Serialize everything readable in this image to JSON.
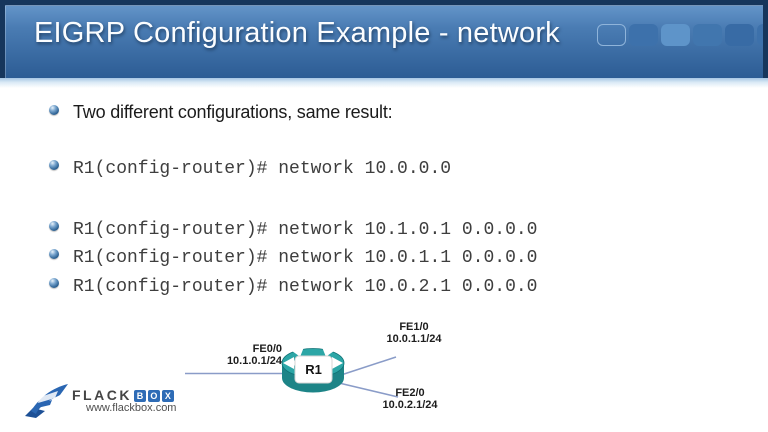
{
  "header": {
    "title": "EIGRP Configuration Example - network",
    "squares": [
      {
        "type": "outline",
        "border": "#8fb4da",
        "fill": ""
      },
      {
        "type": "fill",
        "fill": "#3d71ab"
      },
      {
        "type": "fill",
        "fill": "#5e94c9"
      },
      {
        "type": "fill",
        "fill": "#4176ae"
      },
      {
        "type": "fill",
        "fill": "#386ba5"
      },
      {
        "type": "fill",
        "fill": "#3d71ab"
      }
    ]
  },
  "content": {
    "rows": [
      {
        "text": "Two different configurations, same result:",
        "kind": "sans"
      },
      {
        "text": "R1(config-router)# network 10.0.0.0",
        "kind": "mono"
      },
      {
        "text": "R1(config-router)# network 10.1.0.1 0.0.0.0",
        "kind": "mono"
      },
      {
        "text": "R1(config-router)# network 10.0.1.1 0.0.0.0",
        "kind": "mono"
      },
      {
        "text": "R1(config-router)# network 10.0.2.1 0.0.0.0",
        "kind": "mono"
      }
    ]
  },
  "diagram": {
    "router_label": "R1",
    "interfaces": [
      {
        "name": "FE0/0",
        "ip": "10.1.0.1/24",
        "position": "left"
      },
      {
        "name": "FE1/0",
        "ip": "10.0.1.1/24",
        "position": "top-right"
      },
      {
        "name": "FE2/0",
        "ip": "10.0.2.1/24",
        "position": "bottom-right"
      }
    ]
  },
  "footer": {
    "brand_primary": "FLACK",
    "brand_box_letters": [
      "B",
      "O",
      "X"
    ],
    "website": "www.flackbox.com"
  },
  "colors": {
    "header_navy": "#16365c",
    "header_blue": "#3a6da8",
    "router_teal": "#2aa0a2",
    "link_line": "#8a9cc8",
    "brand_blue": "#2e6cb6"
  }
}
